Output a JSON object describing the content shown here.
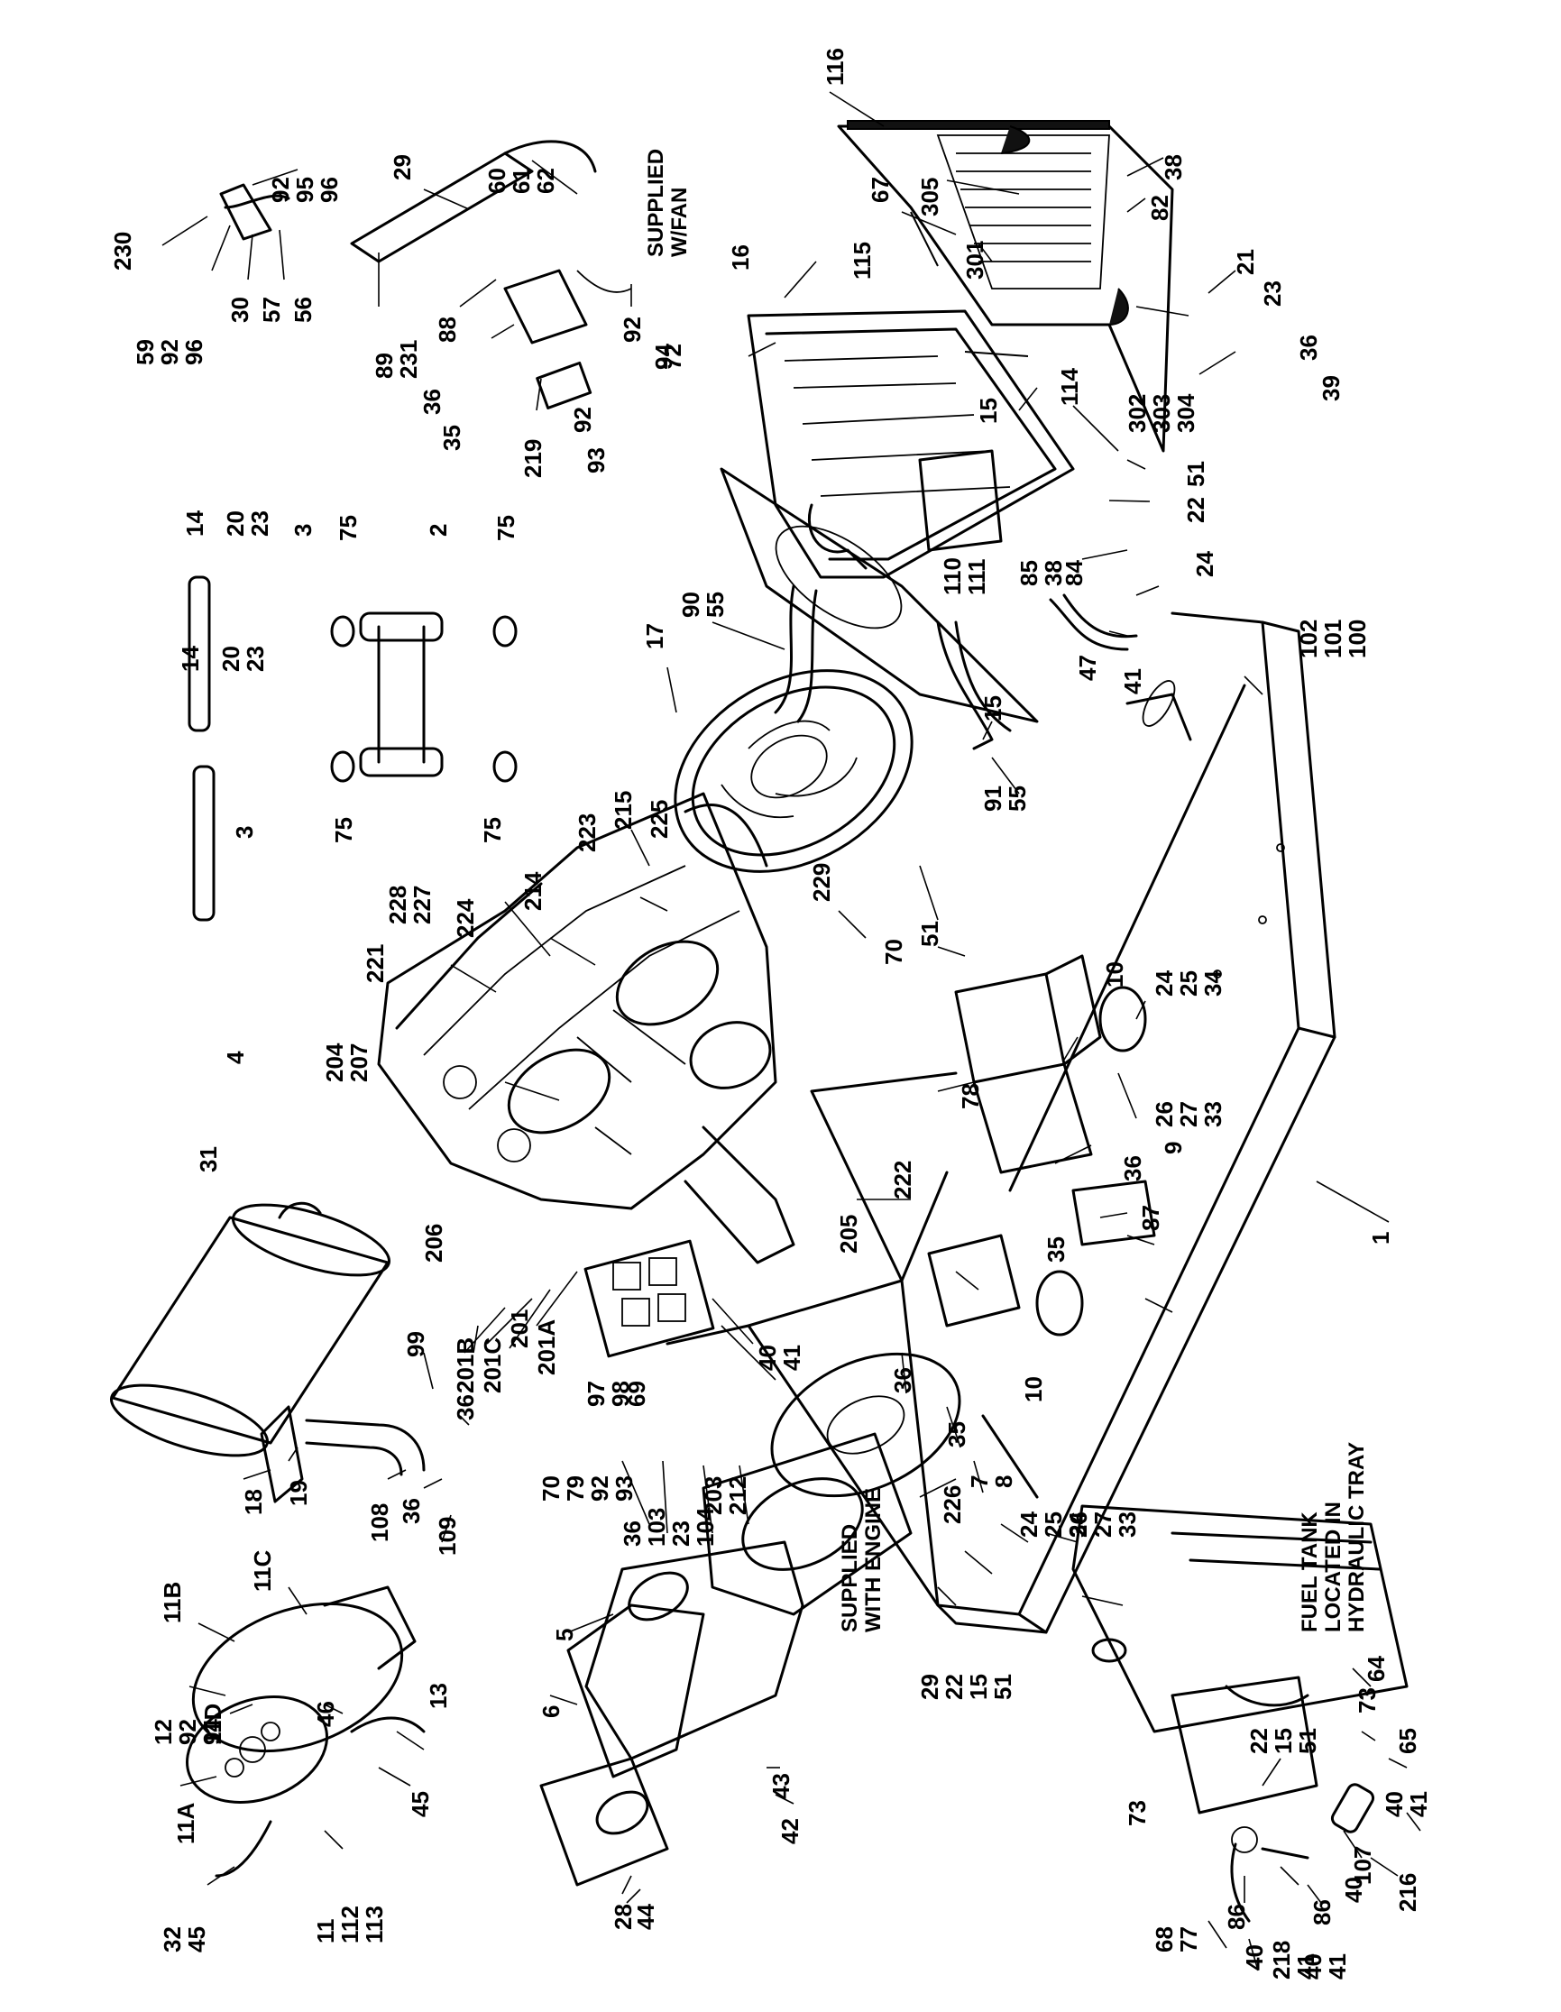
{
  "notes": {
    "fuel_tank": [
      "FUEL TANK",
      "LOCATED IN",
      "HYDRAULIC TRAY"
    ],
    "supplied_fan": [
      "SUPPLIED",
      "W/FAN"
    ],
    "supplied_engine": [
      "SUPPLIED",
      "WITH ENGINE"
    ]
  },
  "callouts": [
    {
      "id": "c116",
      "lines": [
        "116"
      ]
    },
    {
      "id": "c60",
      "lines": [
        "60",
        "61",
        "62"
      ]
    },
    {
      "id": "c29a",
      "lines": [
        "29"
      ]
    },
    {
      "id": "c92a",
      "lines": [
        "92",
        "95",
        "96"
      ]
    },
    {
      "id": "c230",
      "lines": [
        "230"
      ]
    },
    {
      "id": "c59",
      "lines": [
        "59",
        "92",
        "96"
      ]
    },
    {
      "id": "c30",
      "lines": [
        "30"
      ]
    },
    {
      "id": "c57",
      "lines": [
        "57"
      ]
    },
    {
      "id": "c56",
      "lines": [
        "56"
      ]
    },
    {
      "id": "c89",
      "lines": [
        "89",
        "231"
      ]
    },
    {
      "id": "c88",
      "lines": [
        "88"
      ]
    },
    {
      "id": "c36a",
      "lines": [
        "36"
      ]
    },
    {
      "id": "c35a",
      "lines": [
        "35"
      ]
    },
    {
      "id": "c219",
      "lines": [
        "219"
      ]
    },
    {
      "id": "c92b",
      "lines": [
        "92"
      ]
    },
    {
      "id": "c94a",
      "lines": [
        "94"
      ]
    },
    {
      "id": "c92c",
      "lines": [
        "92"
      ]
    },
    {
      "id": "c93a",
      "lines": [
        "93"
      ]
    },
    {
      "id": "c305",
      "lines": [
        "305"
      ]
    },
    {
      "id": "c38a",
      "lines": [
        "38"
      ]
    },
    {
      "id": "c82",
      "lines": [
        "82"
      ]
    },
    {
      "id": "c67",
      "lines": [
        "67"
      ]
    },
    {
      "id": "c115",
      "lines": [
        "115"
      ]
    },
    {
      "id": "c301",
      "lines": [
        "301"
      ]
    },
    {
      "id": "c16",
      "lines": [
        "16"
      ]
    },
    {
      "id": "c21",
      "lines": [
        "21"
      ]
    },
    {
      "id": "c23a",
      "lines": [
        "23"
      ]
    },
    {
      "id": "c114",
      "lines": [
        "114"
      ]
    },
    {
      "id": "c302",
      "lines": [
        "302",
        "303",
        "304"
      ]
    },
    {
      "id": "c36b",
      "lines": [
        "36"
      ]
    },
    {
      "id": "c39",
      "lines": [
        "39"
      ]
    },
    {
      "id": "c15a",
      "lines": [
        "15"
      ]
    },
    {
      "id": "c51a",
      "lines": [
        "51"
      ]
    },
    {
      "id": "c22a",
      "lines": [
        "22"
      ]
    },
    {
      "id": "c72",
      "lines": [
        "72"
      ]
    },
    {
      "id": "c85",
      "lines": [
        "85",
        "38"
      ]
    },
    {
      "id": "c84",
      "lines": [
        "84"
      ]
    },
    {
      "id": "c110",
      "lines": [
        "110",
        "111"
      ]
    },
    {
      "id": "c24a",
      "lines": [
        "24"
      ]
    },
    {
      "id": "c90",
      "lines": [
        "90",
        "55"
      ]
    },
    {
      "id": "c17",
      "lines": [
        "17"
      ]
    },
    {
      "id": "c47",
      "lines": [
        "47"
      ]
    },
    {
      "id": "c41a",
      "lines": [
        "41"
      ]
    },
    {
      "id": "c102",
      "lines": [
        "102",
        "101",
        "100"
      ]
    },
    {
      "id": "c15b",
      "lines": [
        "15"
      ]
    },
    {
      "id": "c91",
      "lines": [
        "91",
        "55"
      ]
    },
    {
      "id": "c14a",
      "lines": [
        "14"
      ]
    },
    {
      "id": "c20a",
      "lines": [
        "20",
        "23"
      ]
    },
    {
      "id": "c3a",
      "lines": [
        "3"
      ]
    },
    {
      "id": "c75a",
      "lines": [
        "75"
      ]
    },
    {
      "id": "c2",
      "lines": [
        "2"
      ]
    },
    {
      "id": "c75b",
      "lines": [
        "75"
      ]
    },
    {
      "id": "c14b",
      "lines": [
        "14"
      ]
    },
    {
      "id": "c20b",
      "lines": [
        "20",
        "23"
      ]
    },
    {
      "id": "c3b",
      "lines": [
        "3"
      ]
    },
    {
      "id": "c75c",
      "lines": [
        "75"
      ]
    },
    {
      "id": "c75d",
      "lines": [
        "75"
      ]
    },
    {
      "id": "c223",
      "lines": [
        "223"
      ]
    },
    {
      "id": "c215",
      "lines": [
        "215"
      ]
    },
    {
      "id": "c225",
      "lines": [
        "225"
      ]
    },
    {
      "id": "c228",
      "lines": [
        "228",
        "227"
      ]
    },
    {
      "id": "c214",
      "lines": [
        "214"
      ]
    },
    {
      "id": "c224",
      "lines": [
        "224"
      ]
    },
    {
      "id": "c221",
      "lines": [
        "221"
      ]
    },
    {
      "id": "c229",
      "lines": [
        "229"
      ]
    },
    {
      "id": "c70a",
      "lines": [
        "70"
      ]
    },
    {
      "id": "c51b",
      "lines": [
        "51"
      ]
    },
    {
      "id": "c10a",
      "lines": [
        "10"
      ]
    },
    {
      "id": "c24b",
      "lines": [
        "24",
        "25",
        "34"
      ]
    },
    {
      "id": "c26a",
      "lines": [
        "26",
        "27",
        "33"
      ]
    },
    {
      "id": "c204",
      "lines": [
        "204",
        "207"
      ]
    },
    {
      "id": "c4",
      "lines": [
        "4"
      ]
    },
    {
      "id": "c31",
      "lines": [
        "31"
      ]
    },
    {
      "id": "c78",
      "lines": [
        "78"
      ]
    },
    {
      "id": "c9",
      "lines": [
        "9"
      ]
    },
    {
      "id": "c36c",
      "lines": [
        "36"
      ]
    },
    {
      "id": "c87",
      "lines": [
        "87"
      ]
    },
    {
      "id": "c35b",
      "lines": [
        "35"
      ]
    },
    {
      "id": "c1",
      "lines": [
        "1"
      ]
    },
    {
      "id": "c222",
      "lines": [
        "222"
      ]
    },
    {
      "id": "c205",
      "lines": [
        "205"
      ]
    },
    {
      "id": "c206",
      "lines": [
        "206"
      ]
    },
    {
      "id": "c201b",
      "lines": [
        "201B"
      ]
    },
    {
      "id": "c201c",
      "lines": [
        "201C"
      ]
    },
    {
      "id": "c201",
      "lines": [
        "201"
      ]
    },
    {
      "id": "c201a",
      "lines": [
        "201A"
      ]
    },
    {
      "id": "c40a",
      "lines": [
        "40",
        "41"
      ]
    },
    {
      "id": "c36d",
      "lines": [
        "36"
      ]
    },
    {
      "id": "c35c",
      "lines": [
        "35"
      ]
    },
    {
      "id": "c7",
      "lines": [
        "7",
        "8"
      ]
    },
    {
      "id": "c10b",
      "lines": [
        "10"
      ]
    },
    {
      "id": "c24c",
      "lines": [
        "24",
        "25",
        "34"
      ]
    },
    {
      "id": "c26b",
      "lines": [
        "26",
        "27",
        "33"
      ]
    },
    {
      "id": "c97",
      "lines": [
        "97",
        "98"
      ]
    },
    {
      "id": "c69",
      "lines": [
        "69"
      ]
    },
    {
      "id": "c70b",
      "lines": [
        "70",
        "79",
        "92",
        "93"
      ]
    },
    {
      "id": "c36e",
      "lines": [
        "36",
        "103",
        "23",
        "104"
      ]
    },
    {
      "id": "c203",
      "lines": [
        "203",
        "212"
      ]
    },
    {
      "id": "c99",
      "lines": [
        "99"
      ]
    },
    {
      "id": "c36f",
      "lines": [
        "36"
      ]
    },
    {
      "id": "c18",
      "lines": [
        "18"
      ]
    },
    {
      "id": "c19",
      "lines": [
        "19"
      ]
    },
    {
      "id": "c108",
      "lines": [
        "108"
      ]
    },
    {
      "id": "c36g",
      "lines": [
        "36"
      ]
    },
    {
      "id": "c109",
      "lines": [
        "109"
      ]
    },
    {
      "id": "c226",
      "lines": [
        "226"
      ]
    },
    {
      "id": "c29b",
      "lines": [
        "29",
        "22",
        "15",
        "51"
      ]
    },
    {
      "id": "c11b",
      "lines": [
        "11B"
      ]
    },
    {
      "id": "c11c",
      "lines": [
        "11C"
      ]
    },
    {
      "id": "c12",
      "lines": [
        "12",
        "92",
        "94"
      ]
    },
    {
      "id": "c11d",
      "lines": [
        "11D"
      ]
    },
    {
      "id": "c46",
      "lines": [
        "46"
      ]
    },
    {
      "id": "c13",
      "lines": [
        "13"
      ]
    },
    {
      "id": "c11a",
      "lines": [
        "11A"
      ]
    },
    {
      "id": "c45a",
      "lines": [
        "45"
      ]
    },
    {
      "id": "c32",
      "lines": [
        "32",
        "45"
      ]
    },
    {
      "id": "c11",
      "lines": [
        "11",
        "112",
        "113"
      ]
    },
    {
      "id": "c5",
      "lines": [
        "5"
      ]
    },
    {
      "id": "c6",
      "lines": [
        "6"
      ]
    },
    {
      "id": "c42",
      "lines": [
        "42"
      ]
    },
    {
      "id": "c43",
      "lines": [
        "43"
      ]
    },
    {
      "id": "c28",
      "lines": [
        "28"
      ]
    },
    {
      "id": "c44",
      "lines": [
        "44"
      ]
    },
    {
      "id": "c22b",
      "lines": [
        "22",
        "15",
        "51"
      ]
    },
    {
      "id": "c73a",
      "lines": [
        "73"
      ]
    },
    {
      "id": "c64",
      "lines": [
        "64"
      ]
    },
    {
      "id": "c65",
      "lines": [
        "65"
      ]
    },
    {
      "id": "c40b",
      "lines": [
        "40",
        "41"
      ]
    },
    {
      "id": "c107",
      "lines": [
        "107"
      ]
    },
    {
      "id": "c73b",
      "lines": [
        "73"
      ]
    },
    {
      "id": "c216",
      "lines": [
        "216"
      ]
    },
    {
      "id": "c40c",
      "lines": [
        "40"
      ]
    },
    {
      "id": "c86a",
      "lines": [
        "86"
      ]
    },
    {
      "id": "c86b",
      "lines": [
        "86"
      ]
    },
    {
      "id": "c40d",
      "lines": [
        "40",
        "41"
      ]
    },
    {
      "id": "c218",
      "lines": [
        "218",
        "41"
      ]
    },
    {
      "id": "c68",
      "lines": [
        "68",
        "77"
      ]
    },
    {
      "id": "c40e",
      "lines": [
        "40"
      ]
    }
  ]
}
